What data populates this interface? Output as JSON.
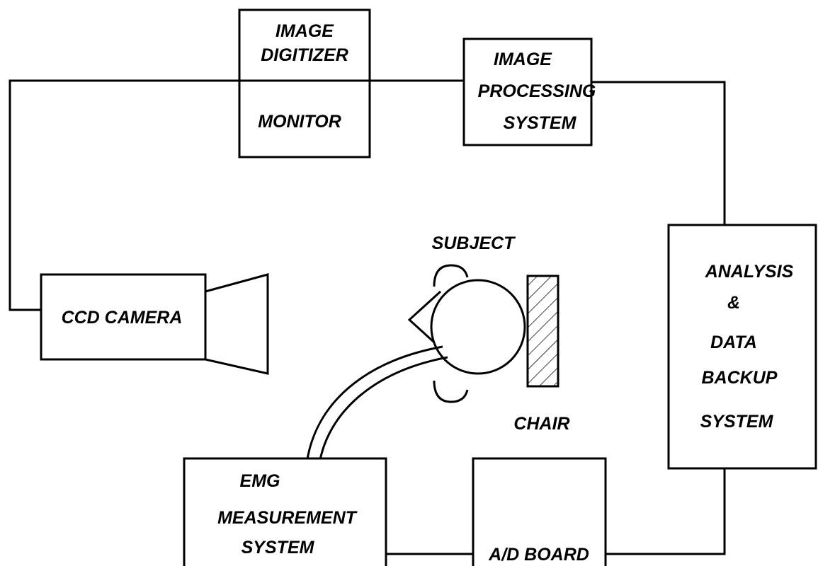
{
  "colors": {
    "line": "#000000",
    "background": "#ffffff"
  },
  "blocks": {
    "image_digitizer": [
      "IMAGE",
      "DIGITIZER"
    ],
    "monitor": "MONITOR",
    "image_processing": [
      "IMAGE",
      "PROCESSING",
      "SYSTEM"
    ],
    "analysis": [
      "ANALYSIS",
      "&",
      "DATA",
      "BACKUP",
      "SYSTEM"
    ],
    "ccd_camera": "CCD CAMERA",
    "emg": [
      "EMG",
      "MEASUREMENT",
      "SYSTEM"
    ],
    "ad_board": "A/D BOARD"
  },
  "labels": {
    "subject": "SUBJECT",
    "chair": "CHAIR"
  }
}
